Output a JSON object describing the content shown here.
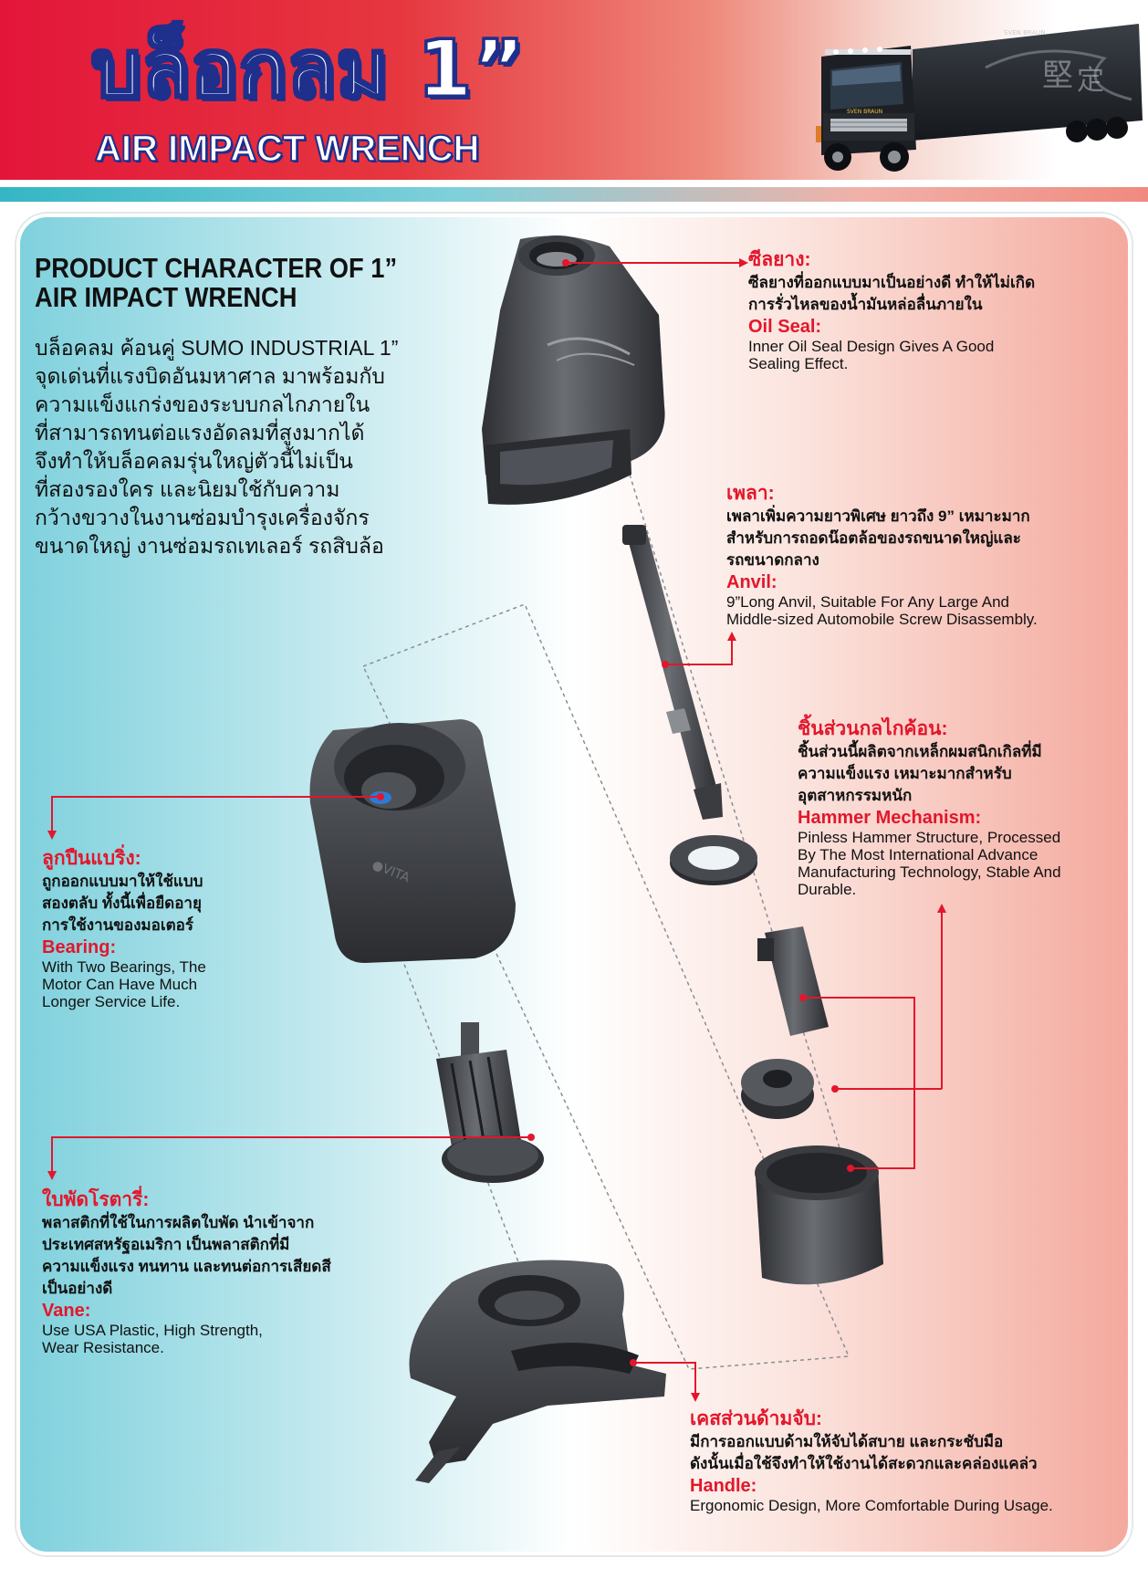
{
  "header": {
    "title_th": "บล็อกลม 1”",
    "title_en": "AIR IMPACT WRENCH",
    "truck_lettering": [
      "SVEN BRAUN",
      "SVEN BRAUN"
    ]
  },
  "intro": {
    "heading_lines": [
      "PRODUCT CHARACTER OF 1”",
      "AIR IMPACT WRENCH"
    ],
    "body_lines": [
      "บล็อคลม ค้อนคู่ SUMO INDUSTRIAL 1”",
      "จุดเด่นที่แรงบิดอันมหาศาล มาพร้อมกับ",
      "ความแข็งแกร่งของระบบกลไกภายใน",
      "ที่สามารถทนต่อแรงอัดลมที่สูงมากได้",
      "จึงทำให้บล็อคลมรุ่นใหญ่ตัวนี้ไม่เป็น",
      "ที่สองรองใคร และนิยมใช้กับความ",
      "กว้างขวางในงานซ่อมบำรุงเครื่องจักร",
      "ขนาดใหญ่ งานซ่อมรถเทเลอร์ รถสิบล้อ"
    ]
  },
  "callouts": {
    "oil_seal": {
      "th_title": "ซีลยาง:",
      "th_lines": [
        "ซีลยางที่ออกแบบมาเป็นอย่างดี ทำให้ไม่เกิด",
        "การรั่วไหลของน้ำมันหล่อลื่นภายใน"
      ],
      "en_title": "Oil Seal:",
      "en_lines": [
        "Inner Oil Seal Design Gives A Good",
        "Sealing Effect."
      ]
    },
    "anvil": {
      "th_title": "เพลา:",
      "th_lines": [
        "เพลาเพิ่มความยาวพิเศษ ยาวถึง 9” เหมาะมาก",
        "สำหรับการถอดน๊อตล้อของรถขนาดใหญ่และ",
        "รถขนาดกลาง"
      ],
      "en_title": "Anvil:",
      "en_lines": [
        "9”Long Anvil, Suitable For Any Large And",
        "Middle-sized Automobile Screw Disassembly."
      ]
    },
    "hammer": {
      "th_title": "ชิ้นส่วนกลไกค้อน:",
      "th_lines": [
        "ชิ้นส่วนนี้ผลิตจากเหล็กผมสนิกเกิลที่มี",
        "ความแข็งแรง เหมาะมากสำหรับ",
        "อุตสาหกรรมหนัก"
      ],
      "en_title": "Hammer Mechanism:",
      "en_lines": [
        "Pinless Hammer Structure, Processed",
        "By The Most International Advance",
        "Manufacturing Technology, Stable And",
        "Durable."
      ]
    },
    "bearing": {
      "th_title": "ลูกปืนแบริ่ง:",
      "th_lines": [
        "ถูกออกแบบมาให้ใช้แบบ",
        "สองตลับ ทั้งนี้เพื่อยืดอายุ",
        "การใช้งานของมอเตอร์"
      ],
      "en_title": "Bearing:",
      "en_lines": [
        "With Two Bearings, The",
        "Motor Can Have Much",
        "Longer Service Life."
      ]
    },
    "vane": {
      "th_title": "ใบพัดโรตารี่:",
      "th_lines": [
        "พลาสติกที่ใช้ในการผลิตใบพัด นำเข้าจาก",
        "ประเทศสหรัฐอเมริกา เป็นพลาสติกที่มี",
        "ความแข็งแรง ทนทาน และทนต่อการเสียดสี",
        "เป็นอย่างดี"
      ],
      "en_title": "Vane:",
      "en_lines": [
        "Use USA Plastic, High Strength,",
        "Wear Resistance."
      ]
    },
    "handle": {
      "th_title": "เคสส่วนด้ามจับ:",
      "th_lines": [
        "มีการออกแบบด้ามให้จับได้สบาย และกระชับมือ",
        "ดังนั้นเมื่อใช้จึงทำให้ใช้งานได้สะดวกและคล่องแคล่ว"
      ],
      "en_title": "Handle:",
      "en_lines": [
        "Ergonomic Design, More Comfortable During Usage."
      ]
    }
  },
  "colors": {
    "accent_red": "#e3162b",
    "title_blue": "#1e2f8c",
    "part_metal": "#4a4d52"
  }
}
